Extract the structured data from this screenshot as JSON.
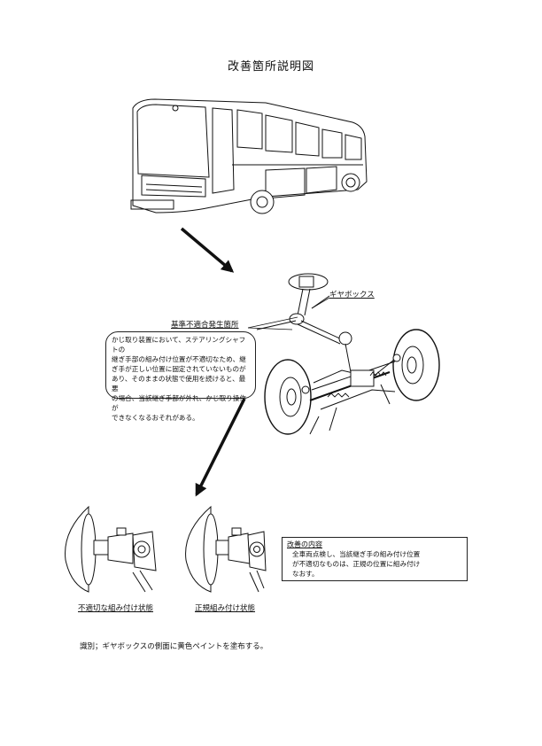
{
  "title": "改善箇所説明図",
  "labels": {
    "gear_box": "ギヤボックス",
    "defect_location": "基準不適合発生箇所"
  },
  "defect_note": [
    "かじ取り装置において、ステアリングシャフトの",
    "継ぎ手部の組み付け位置が不適切なため、継",
    "ぎ手が正しい位置に固定されていないものが",
    "あり、そのままの状態で使用を続けると、最悪",
    "の場合、当該継ぎ手部が外れ、かじ取り操作が",
    "できなくなるおそれがある。"
  ],
  "improvement": {
    "title": "改善の内容",
    "lines": [
      "全車両点検し、当該継ぎ手の組み付け位置",
      "が不適切なものは、正規の位置に組み付け",
      "なおす。"
    ]
  },
  "captions": {
    "improper": "不適切な組み付け状態",
    "proper": "正規組み付け状態"
  },
  "footer_note": "識別；ギヤボックスの側面に黄色ペイントを塗布する。",
  "colors": {
    "ink": "#111111",
    "paper": "#ffffff"
  }
}
